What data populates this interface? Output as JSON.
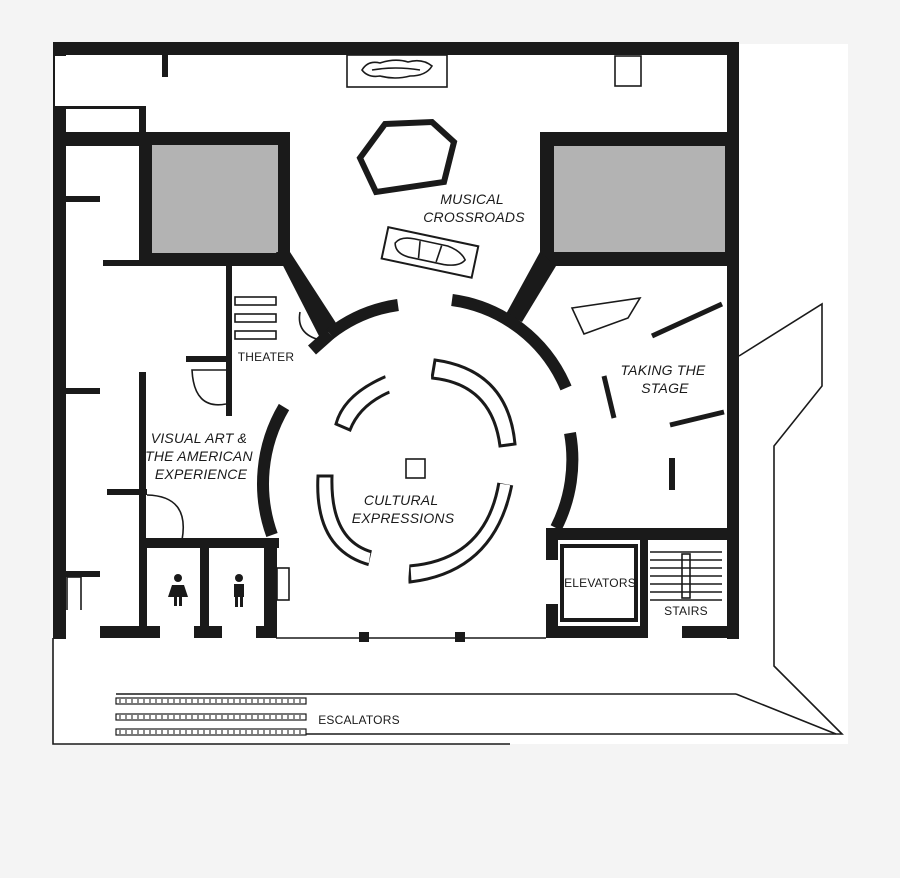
{
  "map": {
    "labels": {
      "musical_crossroads": [
        "MUSICAL",
        "CROSSROADS"
      ],
      "theater": "THEATER",
      "taking_the_stage": [
        "TAKING THE",
        "STAGE"
      ],
      "visual_art": [
        "VISUAL ART &",
        "THE AMERICAN",
        "EXPERIENCE"
      ],
      "cultural_expressions": [
        "CULTURAL",
        "EXPRESSIONS"
      ],
      "elevators": "ELEVATORS",
      "stairs": "STAIRS",
      "escalators": "ESCALATORS"
    },
    "icons": {
      "restroom_women": "woman-restroom-icon",
      "restroom_men": "man-restroom-icon",
      "car_exhibit": "car-icon",
      "boat_exhibit": "boat-icon"
    },
    "colors": {
      "wall": "#1a1a1a",
      "room_fill": "#b3b3b3",
      "background": "#f4f4f4"
    }
  }
}
